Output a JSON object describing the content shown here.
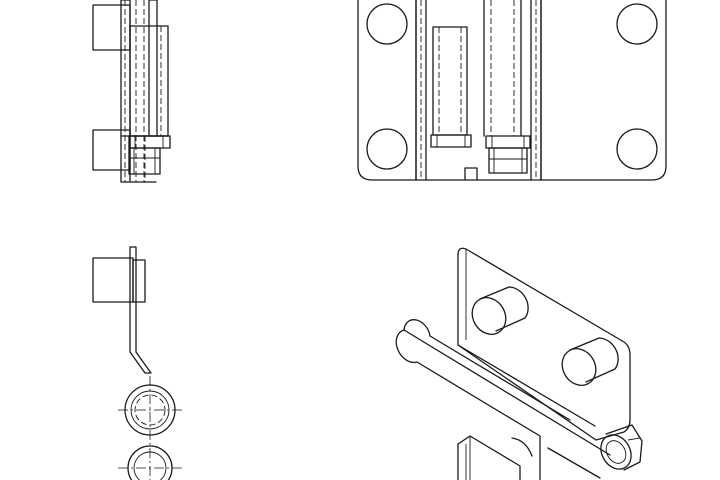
{
  "drawing": {
    "subject": "hinge",
    "views": [
      {
        "id": "side-view"
      },
      {
        "id": "front-view"
      },
      {
        "id": "top-view"
      },
      {
        "id": "isometric-view"
      }
    ],
    "line_color": "#1a1a1a",
    "background": "#ffffff"
  }
}
